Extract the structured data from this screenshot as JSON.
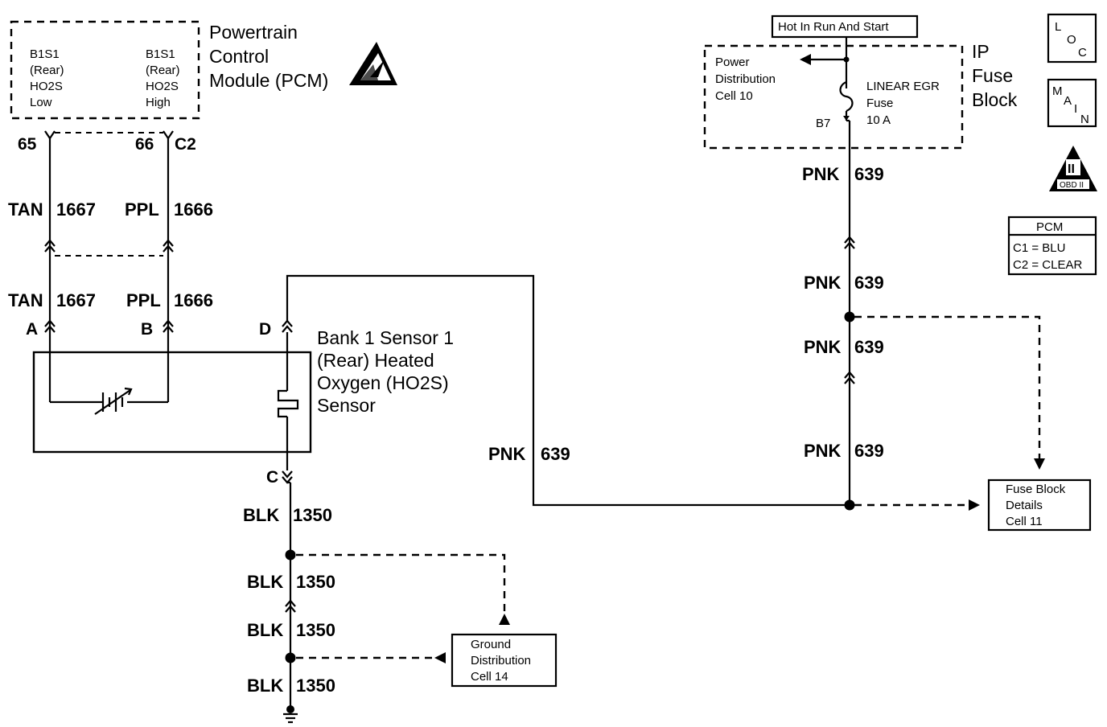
{
  "pcm": {
    "title": [
      "Powertrain",
      "Control",
      "Module (PCM)"
    ],
    "left_label": [
      "B1S1",
      "(Rear)",
      "HO2S",
      "Low"
    ],
    "right_label": [
      "B1S1",
      "(Rear)",
      "HO2S",
      "High"
    ],
    "pin_left": "65",
    "pin_right": "66",
    "connector": "C2"
  },
  "wires": {
    "tan_color": "TAN",
    "tan_circuit": "1667",
    "ppl_color": "PPL",
    "ppl_circuit": "1666",
    "pnk_color": "PNK",
    "pnk_circuit": "639",
    "blk_color": "BLK",
    "blk_circuit": "1350"
  },
  "sensor": {
    "title": [
      "Bank 1 Sensor 1",
      "(Rear) Heated",
      "Oxygen (HO2S)",
      "Sensor"
    ],
    "pin_a": "A",
    "pin_b": "B",
    "pin_c": "C",
    "pin_d": "D"
  },
  "fuse_block": {
    "hot_label": "Hot In Run And Start",
    "title": [
      "IP",
      "Fuse",
      "Block"
    ],
    "power_dist": [
      "Power",
      "Distribution",
      "Cell 10"
    ],
    "fuse_label": [
      "LINEAR EGR",
      "Fuse",
      "10 A"
    ],
    "fuse_pin": "B7"
  },
  "refs": {
    "fuse_details": [
      "Fuse Block",
      "Details",
      "Cell 11"
    ],
    "ground_dist": [
      "Ground",
      "Distribution",
      "Cell 14"
    ]
  },
  "side": {
    "loc": [
      "L",
      "O",
      "C"
    ],
    "main": [
      "M",
      "A",
      "I",
      "N"
    ],
    "obd_numeral": "II",
    "obd_text": "OBD II",
    "pcm_table_title": "PCM",
    "pcm_table_rows": [
      "C1 = BLU",
      "C2 = CLEAR"
    ]
  }
}
